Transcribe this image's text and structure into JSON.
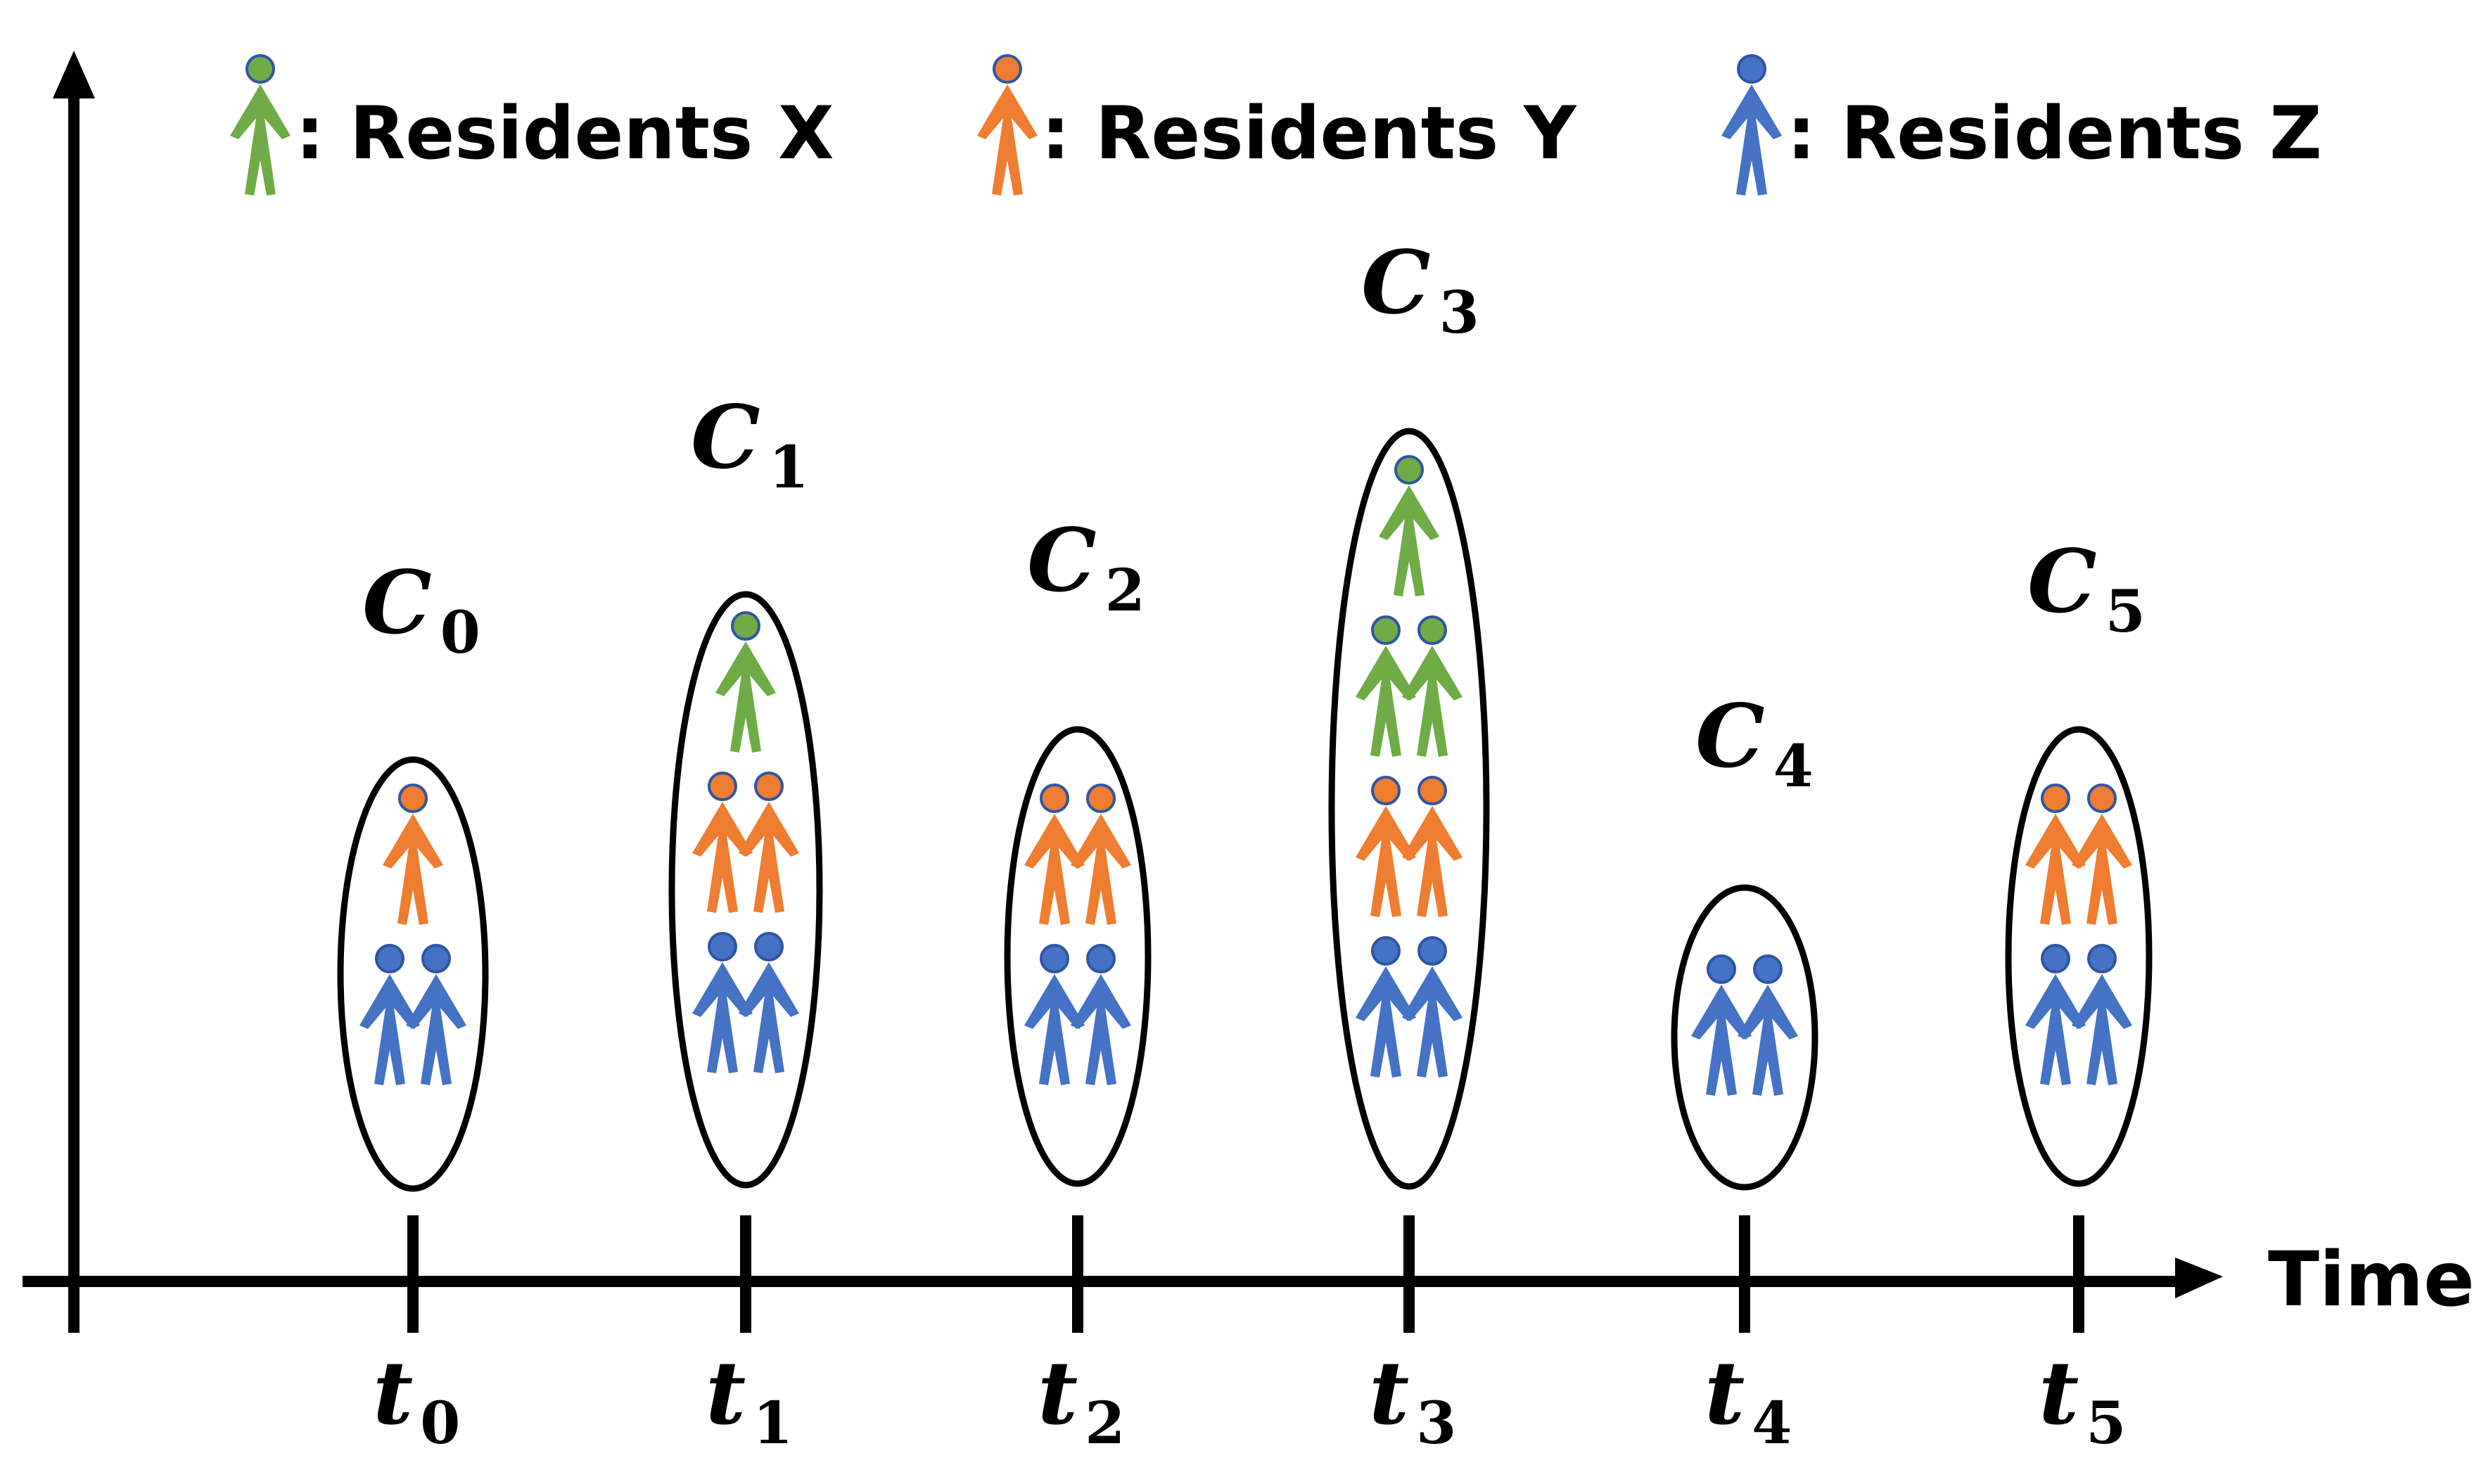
{
  "legend": [
    {
      "group": "X",
      "label": ": Residents X",
      "color": "#6fac46"
    },
    {
      "group": "Y",
      "label": ": Residents Y",
      "color": "#ee7d31"
    },
    {
      "group": "Z",
      "label": ": Residents Z",
      "color": "#4472c4"
    }
  ],
  "axis": {
    "x_label": "Time"
  },
  "person_outline_color": "#2f55a4",
  "time_points": [
    {
      "time_label": "t",
      "time_sub": "0",
      "cluster_label": "C",
      "cluster_sub": "0",
      "rows": [
        [
          "Y"
        ],
        [
          "Z",
          "Z"
        ]
      ]
    },
    {
      "time_label": "t",
      "time_sub": "1",
      "cluster_label": "C",
      "cluster_sub": "1",
      "rows": [
        [
          "X"
        ],
        [
          "Y",
          "Y"
        ],
        [
          "Z",
          "Z"
        ]
      ]
    },
    {
      "time_label": "t",
      "time_sub": "2",
      "cluster_label": "C",
      "cluster_sub": "2",
      "rows": [
        [
          "Y",
          "Y"
        ],
        [
          "Z",
          "Z"
        ]
      ]
    },
    {
      "time_label": "t",
      "time_sub": "3",
      "cluster_label": "C",
      "cluster_sub": "3",
      "rows": [
        [
          "X"
        ],
        [
          "X",
          "X"
        ],
        [
          "Y",
          "Y"
        ],
        [
          "Z",
          "Z"
        ]
      ]
    },
    {
      "time_label": "t",
      "time_sub": "4",
      "cluster_label": "C",
      "cluster_sub": "4",
      "rows": [
        [
          "Z",
          "Z"
        ]
      ]
    },
    {
      "time_label": "t",
      "time_sub": "5",
      "cluster_label": "C",
      "cluster_sub": "5",
      "rows": [
        [
          "Y",
          "Y"
        ],
        [
          "Z",
          "Z"
        ]
      ]
    }
  ]
}
